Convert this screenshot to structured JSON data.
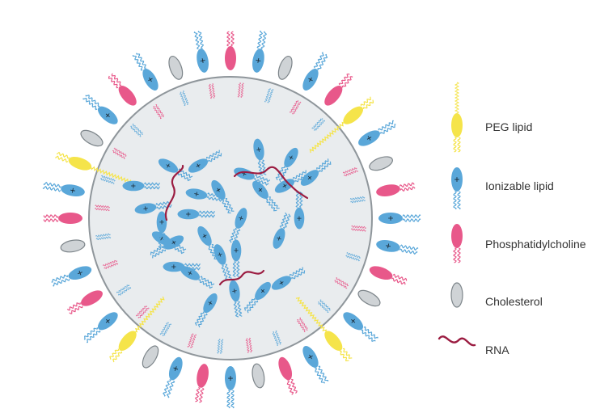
{
  "colors": {
    "peg": "#f5e44a",
    "ionizable": "#5aa7d9",
    "phosphatidylcholine": "#e8588a",
    "cholesterol": "#cfd3d6",
    "rna": "#9b1c41",
    "core_fill": "#e9ecee",
    "membrane": "#8f969b"
  },
  "icons": {
    "peg": "peg-lipid-icon",
    "ionizable": "ionizable-lipid-icon",
    "phosphatidylcholine": "phosphatidylcholine-icon",
    "cholesterol": "cholesterol-icon",
    "rna": "rna-icon"
  },
  "legend": {
    "items": [
      {
        "key": "peg",
        "label": "PEG lipid"
      },
      {
        "key": "ionizable",
        "label": "Ionizable lipid"
      },
      {
        "key": "phosphatidylcholine",
        "label": "Phosphatidylcholine"
      },
      {
        "key": "cholesterol",
        "label": "Cholesterol"
      },
      {
        "key": "rna",
        "label": "RNA"
      }
    ]
  },
  "charge_symbol": "+"
}
